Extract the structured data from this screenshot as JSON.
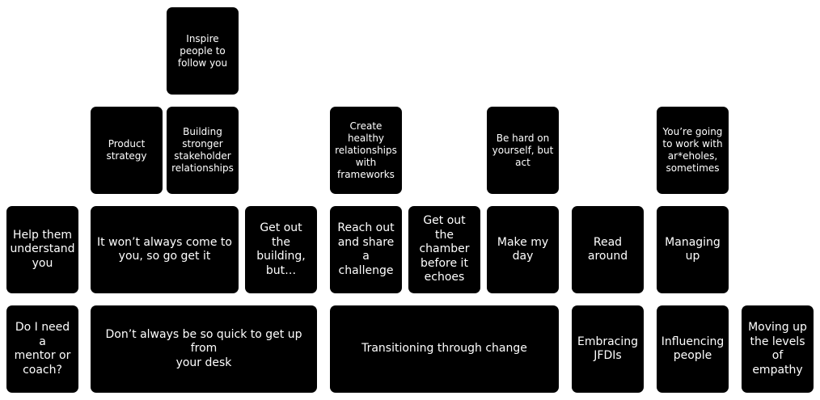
{
  "tiles": [
    {
      "id": "inspire-people",
      "text": "Inspire\npeople to\nfollow you"
    },
    {
      "id": "product-strategy",
      "text": "Product\nstrategy"
    },
    {
      "id": "building-stakeholder",
      "text": "Building\nstronger\nstakeholder\nrelationships"
    },
    {
      "id": "create-healthy",
      "text": "Create\nhealthy\nrelationships\nwith\nframeworks"
    },
    {
      "id": "be-hard-on-yourself",
      "text": "Be hard on\nyourself, but\nact"
    },
    {
      "id": "work-with",
      "text": "You’re going\nto work with\nar*eholes,\nsometimes"
    },
    {
      "id": "help-them-understand",
      "text": "Help them\nunderstand\nyou"
    },
    {
      "id": "go-get-it",
      "text": "It won’t always come to\nyou, so go get it"
    },
    {
      "id": "get-out-building",
      "text": "Get out the\nbuilding,\nbut…"
    },
    {
      "id": "reach-out",
      "text": "Reach out\nand share a\nchallenge"
    },
    {
      "id": "get-out-chamber",
      "text": "Get out the\nchamber\nbefore it\nechoes"
    },
    {
      "id": "make-my-day",
      "text": "Make my\nday"
    },
    {
      "id": "read-around",
      "text": "Read\naround"
    },
    {
      "id": "managing-up",
      "text": "Managing\nup"
    },
    {
      "id": "mentor-or-coach",
      "text": "Do I need a\nmentor or\ncoach?"
    },
    {
      "id": "quick-to-get-up",
      "text": "Don’t always be so quick to get up from\nyour desk"
    },
    {
      "id": "transitioning",
      "text": "Transitioning through change"
    },
    {
      "id": "embracing-jfdis",
      "text": "Embracing\nJFDIs"
    },
    {
      "id": "influencing-people",
      "text": "Influencing\npeople"
    },
    {
      "id": "levels-of-empathy",
      "text": "Moving up\nthe levels\nof empathy"
    }
  ]
}
